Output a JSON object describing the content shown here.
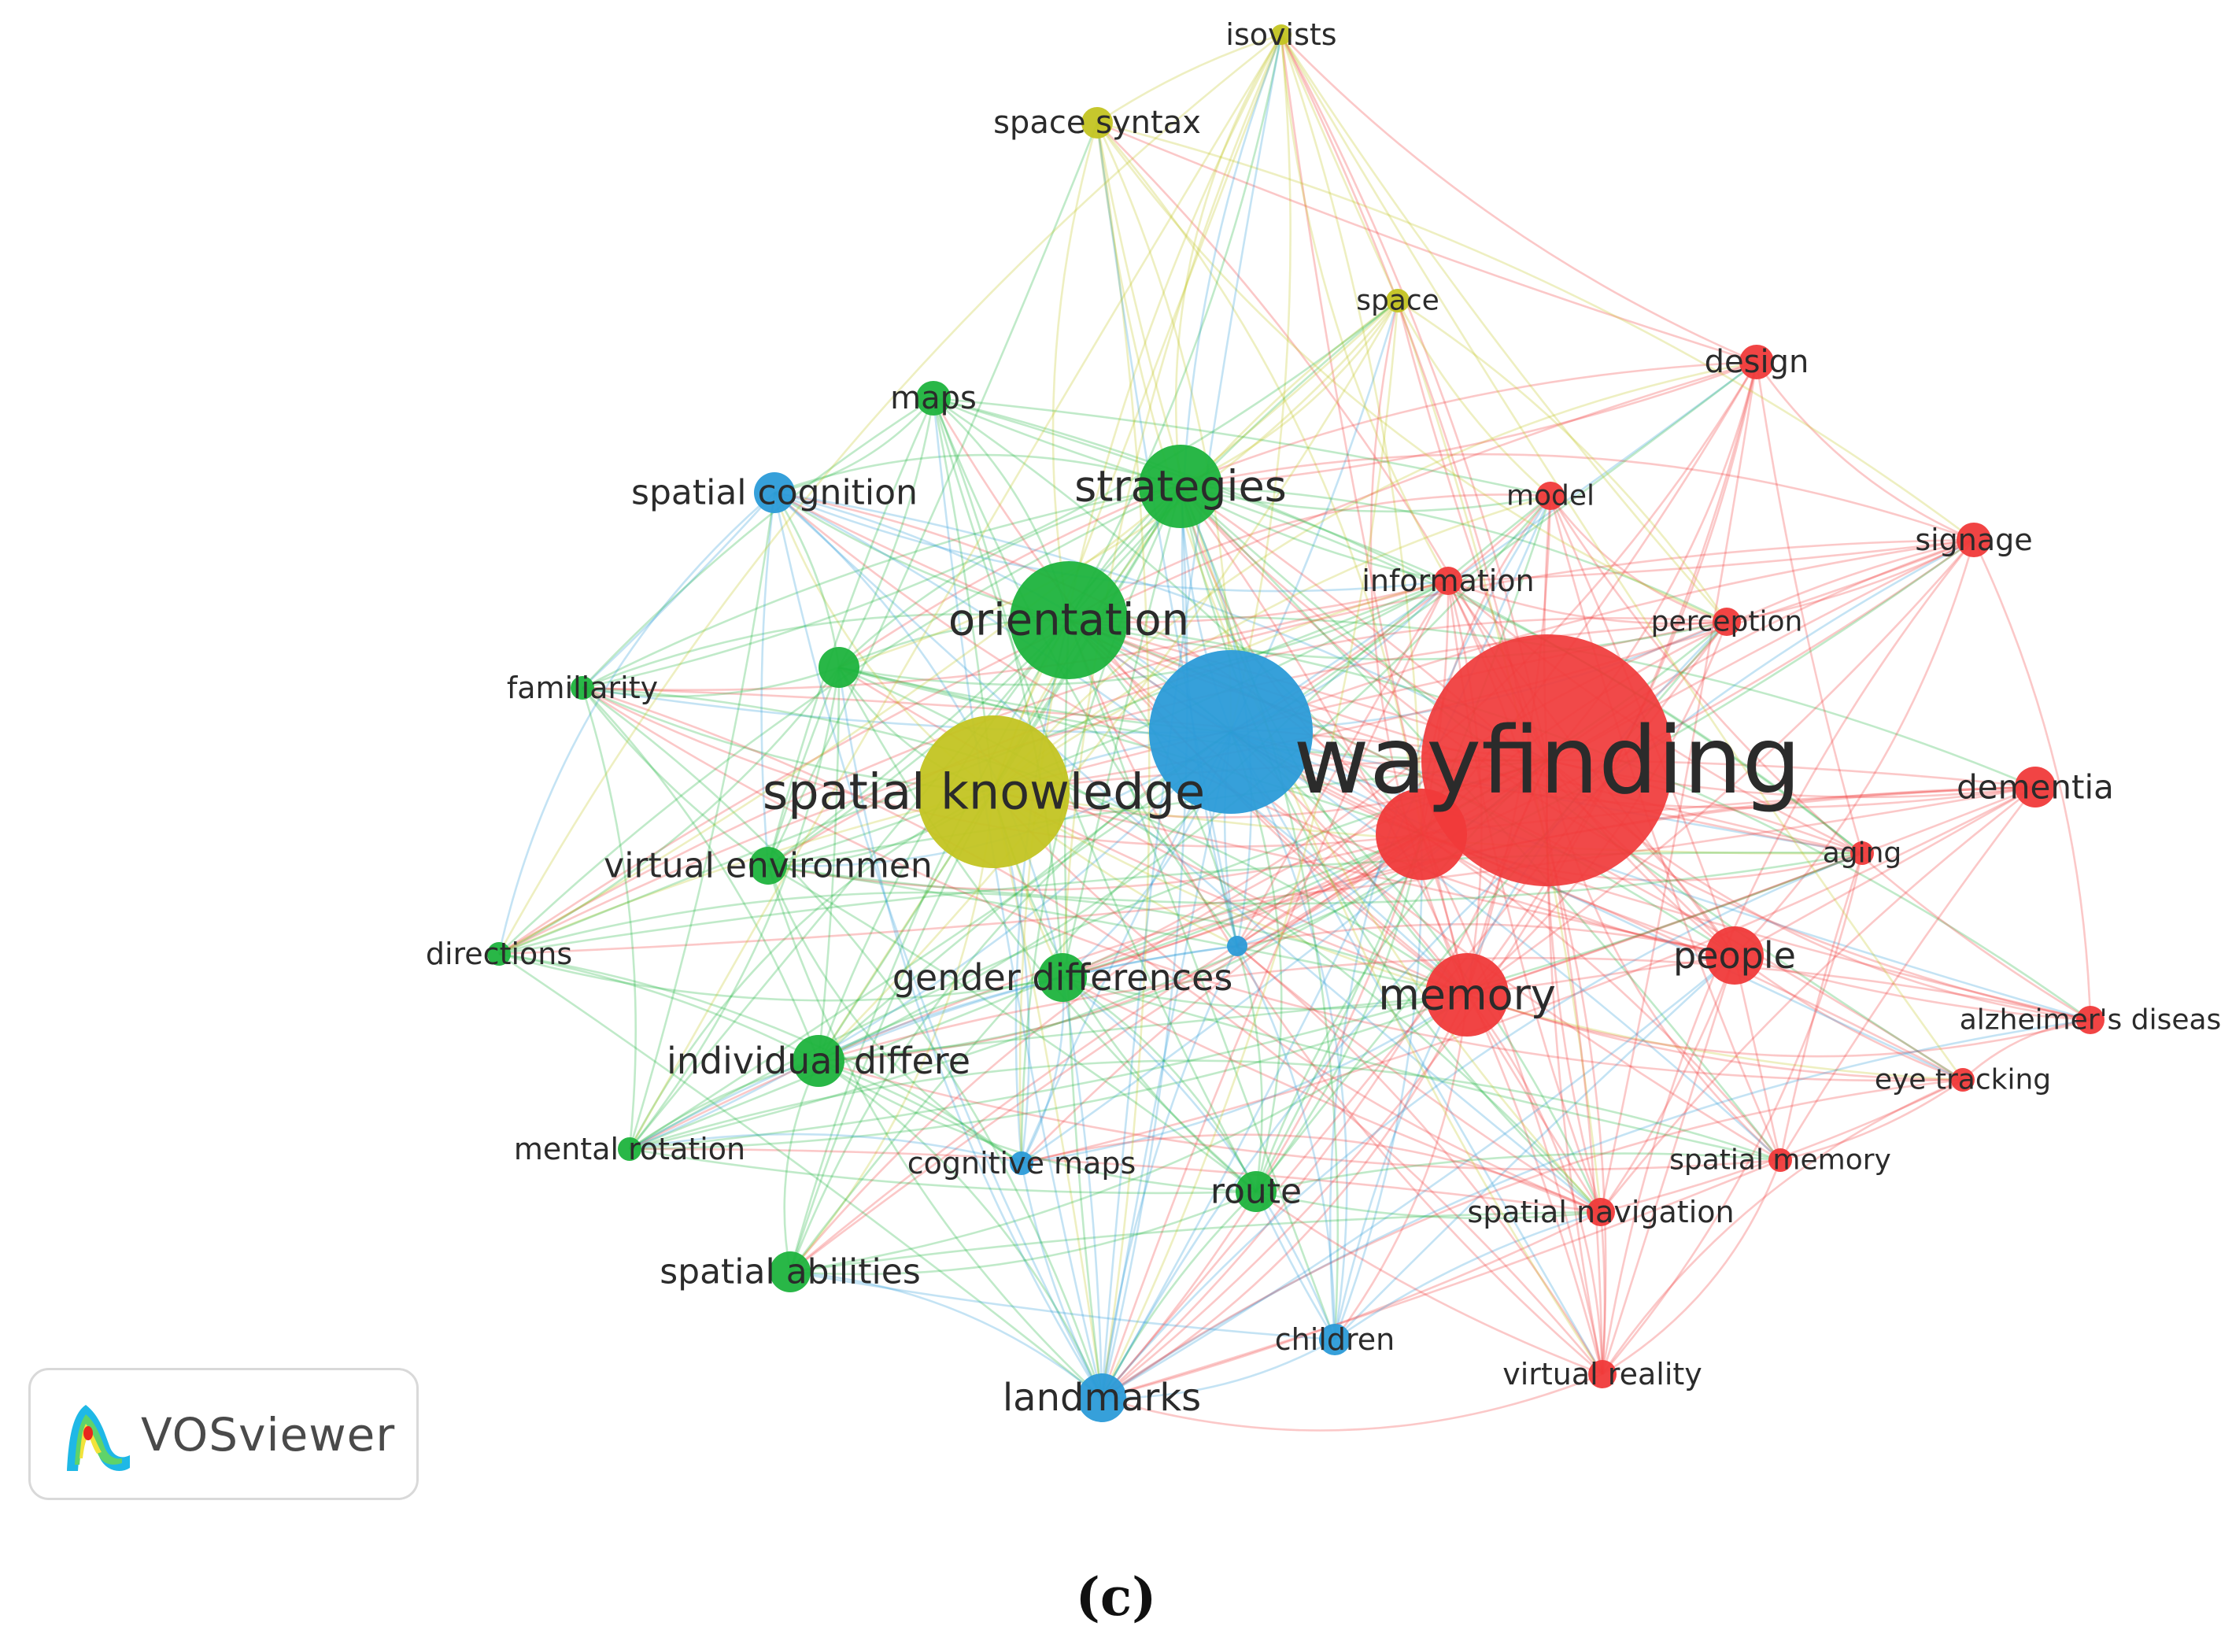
{
  "colors": {
    "red": "#f03a3a",
    "blue": "#2b9bd8",
    "green": "#1db33d",
    "yellow": "#c3c422"
  },
  "network": {
    "nodes": [
      {
        "id": "wayfinding",
        "label": "wayfinding",
        "cluster": "red",
        "weight": 1.0
      },
      {
        "id": "wf2",
        "label": "",
        "cluster": "red",
        "weight": 0.22
      },
      {
        "id": "blue_big",
        "label": "",
        "cluster": "blue",
        "weight": 0.68
      },
      {
        "id": "spatial knowledge",
        "label": "spatial knowledge",
        "cluster": "yellow",
        "weight": 0.44
      },
      {
        "id": "orientation",
        "label": "orientation",
        "cluster": "green",
        "weight": 0.34
      },
      {
        "id": "strategies",
        "label": "strategies",
        "cluster": "green",
        "weight": 0.24
      },
      {
        "id": "memory",
        "label": "memory",
        "cluster": "red",
        "weight": 0.24
      },
      {
        "id": "people",
        "label": "people",
        "cluster": "red",
        "weight": 0.17
      },
      {
        "id": "dementia",
        "label": "dementia",
        "cluster": "red",
        "weight": 0.12
      },
      {
        "id": "design",
        "label": "design",
        "cluster": "red",
        "weight": 0.1
      },
      {
        "id": "signage",
        "label": "signage",
        "cluster": "red",
        "weight": 0.1
      },
      {
        "id": "model",
        "label": "model",
        "cluster": "red",
        "weight": 0.08
      },
      {
        "id": "information",
        "label": "information",
        "cluster": "red",
        "weight": 0.08
      },
      {
        "id": "perception",
        "label": "perception",
        "cluster": "red",
        "weight": 0.08
      },
      {
        "id": "aging",
        "label": "aging",
        "cluster": "red",
        "weight": 0.07
      },
      {
        "id": "alzheimer's diseas",
        "label": "alzheimer's diseas",
        "cluster": "red",
        "weight": 0.08
      },
      {
        "id": "eye tracking",
        "label": "eye tracking",
        "cluster": "red",
        "weight": 0.07
      },
      {
        "id": "spatial memory",
        "label": "spatial memory",
        "cluster": "red",
        "weight": 0.07
      },
      {
        "id": "spatial navigation",
        "label": "spatial navigation",
        "cluster": "red",
        "weight": 0.08
      },
      {
        "id": "virtual reality",
        "label": "virtual reality",
        "cluster": "red",
        "weight": 0.08
      },
      {
        "id": "landmarks",
        "label": "landmarks",
        "cluster": "blue",
        "weight": 0.14
      },
      {
        "id": "children",
        "label": "children",
        "cluster": "blue",
        "weight": 0.09
      },
      {
        "id": "cognitive maps",
        "label": "cognitive maps",
        "cluster": "blue",
        "weight": 0.07
      },
      {
        "id": "spatial cognition",
        "label": "spatial cognition",
        "cluster": "blue",
        "weight": 0.12
      },
      {
        "id": "blue_small",
        "label": "",
        "cluster": "blue",
        "weight": 0.06
      },
      {
        "id": "maps",
        "label": "maps",
        "cluster": "green",
        "weight": 0.1
      },
      {
        "id": "green_small",
        "label": "",
        "cluster": "green",
        "weight": 0.12
      },
      {
        "id": "familiarity",
        "label": "familiarity",
        "cluster": "green",
        "weight": 0.07
      },
      {
        "id": "virtual environmen",
        "label": "virtual environmen",
        "cluster": "green",
        "weight": 0.11
      },
      {
        "id": "directions",
        "label": "directions",
        "cluster": "green",
        "weight": 0.07
      },
      {
        "id": "gender differences",
        "label": "gender differences",
        "cluster": "green",
        "weight": 0.14
      },
      {
        "id": "individual differe",
        "label": "individual differe",
        "cluster": "green",
        "weight": 0.15
      },
      {
        "id": "mental rotation",
        "label": "mental rotation",
        "cluster": "green",
        "weight": 0.07
      },
      {
        "id": "route",
        "label": "route",
        "cluster": "green",
        "weight": 0.12
      },
      {
        "id": "spatial abilities",
        "label": "spatial abilities",
        "cluster": "green",
        "weight": 0.12
      },
      {
        "id": "space syntax",
        "label": "space syntax",
        "cluster": "yellow",
        "weight": 0.09
      },
      {
        "id": "isovists",
        "label": "isovists",
        "cluster": "yellow",
        "weight": 0.06
      },
      {
        "id": "space",
        "label": "space",
        "cluster": "yellow",
        "weight": 0.07
      }
    ]
  },
  "logo": {
    "text": "VOSviewer"
  },
  "caption": "(c)"
}
